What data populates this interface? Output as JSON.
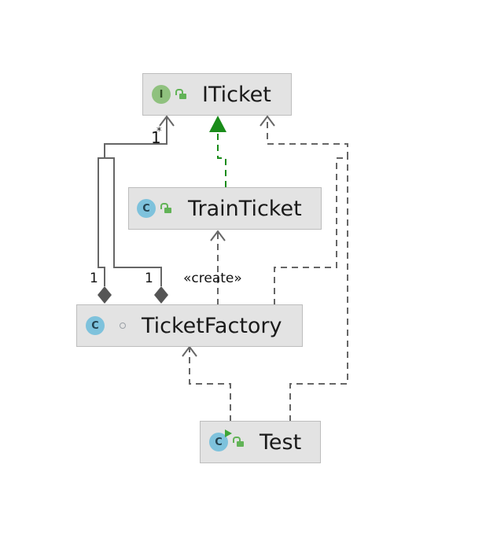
{
  "nodes": {
    "iticket": {
      "title": "ITicket",
      "kind_letter": "I",
      "kind": "interface",
      "visibility_icon": "unlocked-public-icon"
    },
    "trainticket": {
      "title": "TrainTicket",
      "kind_letter": "C",
      "kind": "class",
      "visibility_icon": "unlocked-public-icon"
    },
    "ticketfactory": {
      "title": "TicketFactory",
      "kind_letter": "C",
      "kind": "class",
      "visibility_icon": "package-private-icon"
    },
    "test": {
      "title": "Test",
      "kind_letter": "C",
      "kind": "runnable-class",
      "visibility_icon": "unlocked-public-icon"
    }
  },
  "labels": {
    "multiplicity_left": "1",
    "multiplicity_right": "1",
    "multiplicity_top_a": "1",
    "multiplicity_top_b": "*",
    "create": "«create»"
  },
  "edges": [
    {
      "from": "TrainTicket",
      "to": "ITicket",
      "type": "realization",
      "color": "#1a8c1a"
    },
    {
      "from": "TicketFactory",
      "to": "TrainTicket",
      "type": "dependency",
      "label": "«create»"
    },
    {
      "from": "TicketFactory",
      "to": "ITicket",
      "type": "composition"
    },
    {
      "from": "TicketFactory",
      "to": "ITicket",
      "type": "composition"
    },
    {
      "from": "TicketFactory",
      "to": "ITicket",
      "type": "dependency"
    },
    {
      "from": "Test",
      "to": "TicketFactory",
      "type": "dependency"
    },
    {
      "from": "Test",
      "to": "ITicket",
      "type": "dependency"
    }
  ],
  "colors": {
    "node_fill": "#e3e3e3",
    "edge": "#666666",
    "realization": "#1a8c1a",
    "interface_badge": "#8fc17e",
    "class_badge": "#7ec2dc"
  }
}
